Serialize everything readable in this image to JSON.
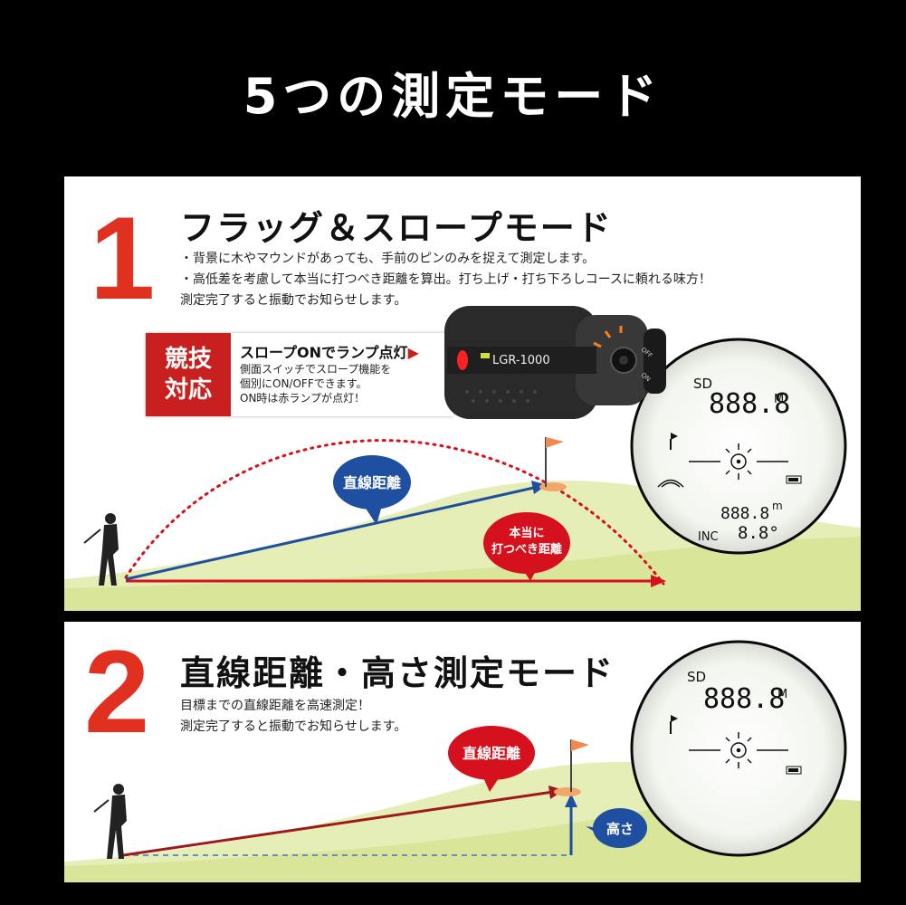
{
  "page_title": "5つの測定モード",
  "mode1": {
    "number": "1",
    "heading": "フラッグ＆スロープモード",
    "desc": [
      "・背景に木やマウンドがあっても、手前のピンのみを捉えて測定します。",
      "・高低差を考慮して本当に打つべき距離を算出。打ち上げ・打ち下ろしコースに頼れる味方！",
      "測定完了すると振動でお知らせします。"
    ],
    "badge": {
      "red_line1": "競技",
      "red_line2": "対応",
      "heading": "スロープONでランプ点灯",
      "arrow": "▶",
      "lines": [
        "側面スイッチでスロープ機能を",
        "個別にON/OFFできます。",
        "ON時は赤ランプが点灯！"
      ]
    },
    "device_label": "LGR-1000",
    "dial_on": "ON",
    "dial_off": "OFF",
    "bubble_blue": "直線距離",
    "bubble_red_1": "本当に",
    "bubble_red_2": "打つべき距離",
    "display": {
      "sd": "SD",
      "main_value": "888.8",
      "main_unit": "M",
      "sub_value": "888.8",
      "sub_unit": "m",
      "inc": "INC",
      "angle": "8.8°"
    }
  },
  "mode2": {
    "number": "2",
    "heading": "直線距離・高さ測定モード",
    "desc": [
      "目標までの直線距離を高速測定！",
      "測定完了すると振動でお知らせします。"
    ],
    "bubble_red": "直線距離",
    "bubble_blue": "高さ",
    "display": {
      "sd": "SD",
      "main_value": "888.8",
      "main_unit": "M"
    }
  },
  "colors": {
    "background": "#000000",
    "accent_red": "#e0301f",
    "line_blue": "#1f4fa0",
    "bubble_blue": "#1f4fa0",
    "bubble_red": "#d4111d",
    "grass": "#dfeaa4"
  },
  "icons": [
    "golfer-icon",
    "flag-icon",
    "crosshair-icon",
    "battery-icon",
    "slope-icon"
  ]
}
